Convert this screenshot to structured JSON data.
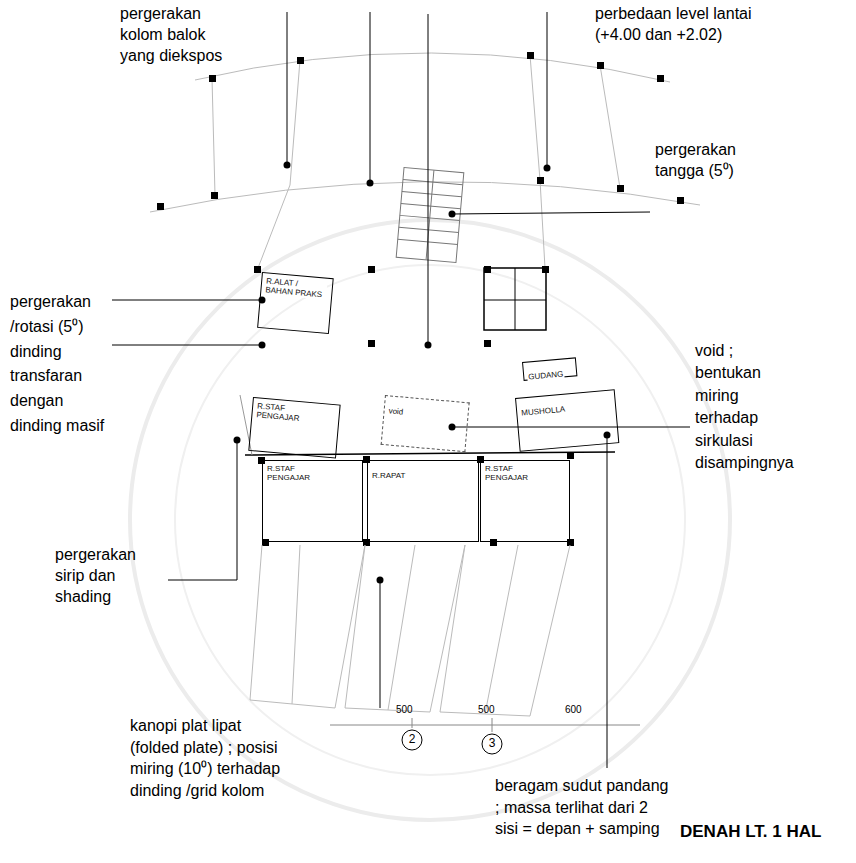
{
  "diagram": {
    "caption": "DENAH LT. 1 HAL",
    "nodes": [
      {
        "text": [
          "R.ALAT / BAHAN PRAKS"
        ]
      },
      {
        "text": [
          "R.STAF PENGAJAR"
        ]
      },
      {
        "text": [
          "void"
        ]
      },
      {
        "text": [
          "GUDANG"
        ]
      },
      {
        "text": [
          "MUSHOLLA"
        ]
      },
      {
        "text": [
          "R.STAF PENGAJAR"
        ]
      },
      {
        "text": [
          "R.RAPAT"
        ]
      },
      {
        "text": [
          "R.STAF PENGAJAR"
        ]
      }
    ],
    "labels": [
      "pergerakan kolom balok yang diekspos",
      "perbedaan level lantai (+4.00 dan +2.02)",
      "pergerakan tangga (5⁰)",
      "pergerakan /rotasi (5⁰) dinding transfaran dengan dinding masif",
      "void ; bentukan miring terhadap sirkulasi disampingnya",
      "pergerakan sirip dan shading",
      "kanopi plat lipat (folded plate) ; posisi miring (10⁰) terhadap dinding /grid kolom",
      "beragam sudut pandang ; massa terlihat dari 2 sisi = depan + samping",
      "500",
      "500",
      "600",
      "2",
      "3"
    ]
  }
}
